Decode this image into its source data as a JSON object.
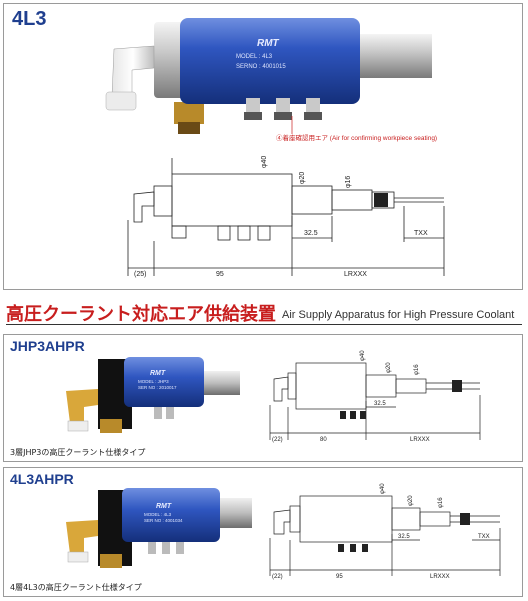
{
  "section1": {
    "model": "4L3",
    "label_plate": {
      "brand": "RMT",
      "model_line": "MODEL : 4L3",
      "serial_line": "SERNO : 4001015"
    },
    "callout": "④着座確認用エア (Air for confirming workpiece seating)",
    "dims": {
      "d40": "φ40",
      "d20": "φ20",
      "d16": "φ16",
      "l32_5": "32.5",
      "l25": "(25)",
      "l95": "95",
      "lrxxx": "LRXXX",
      "txx": "TXX"
    }
  },
  "heading": {
    "jp_red": "高圧クーラント対応",
    "jp_black": "エア供給装置",
    "en": "Air Supply Apparatus for High Pressure Coolant"
  },
  "section2": {
    "model": "JHP3AHPR",
    "label_plate": {
      "brand": "RMT",
      "model_line": "MODEL : JHP3",
      "serial_line": "SER NO : 2010017"
    },
    "dims": {
      "d40": "φ40",
      "d20": "φ20",
      "d16": "φ16",
      "l32_5": "32.5",
      "l22": "(22)",
      "l80": "80",
      "lrxxx": "LRXXX"
    },
    "caption": "3層JHP3の高圧クーラント仕様タイプ"
  },
  "section3": {
    "model": "4L3AHPR",
    "label_plate": {
      "brand": "RMT",
      "model_line": "MODEL : 4L3",
      "serial_line": "SER NO : 4001034"
    },
    "dims": {
      "d40": "φ40",
      "d20": "φ20",
      "d16": "φ16",
      "l32_5": "32.5",
      "l22": "(22)",
      "l95": "95",
      "lrxxx": "LRXXX",
      "txx": "TXX"
    },
    "caption": "4層4L3の高圧クーラント仕様タイプ"
  },
  "colors": {
    "title_blue": "#1f3f8f",
    "heading_red": "#c81e1e",
    "body_blue": "#2a4fb0"
  }
}
